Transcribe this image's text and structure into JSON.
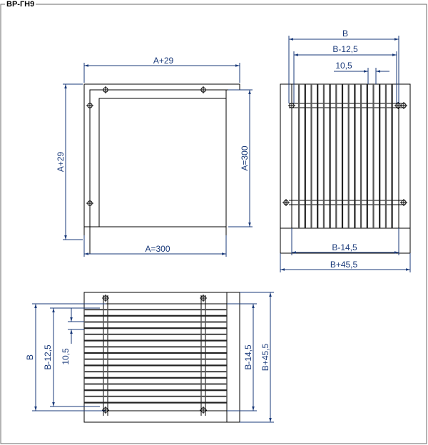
{
  "title": "ВР-ГН9",
  "colors": {
    "dimension": "#1a3a7a",
    "outline": "#000000",
    "frame": "#6a6a6a"
  },
  "views": {
    "side": {
      "dim_top": "A+29",
      "dim_left": "A+29",
      "dim_right": "A=300",
      "dim_bottom": "A=300"
    },
    "front": {
      "dim_b": "B",
      "dim_b_minus": "B-12,5",
      "dim_pitch": "10,5",
      "dim_inner": "B-14,5",
      "dim_outer": "B+45,5"
    },
    "top": {
      "dim_b": "B",
      "dim_b_minus": "B-12,5",
      "dim_pitch": "10,5",
      "dim_inner": "B-14,5",
      "dim_outer": "B+45,5"
    }
  }
}
